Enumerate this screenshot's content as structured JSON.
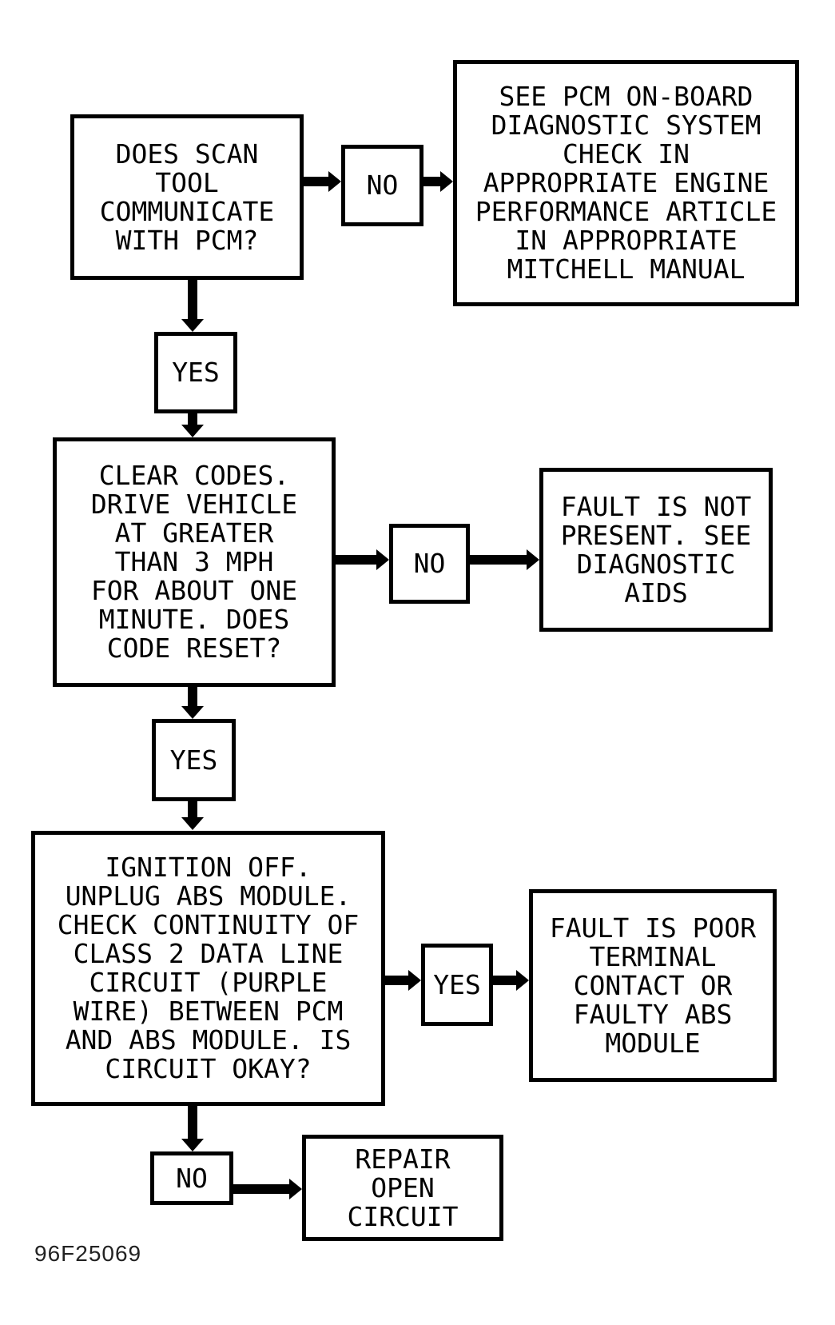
{
  "figure_code": "96F25069",
  "colors": {
    "ink": "#000000",
    "paper": "#ffffff"
  },
  "flowchart": {
    "q1": "DOES SCAN\nTOOL\nCOMMUNICATE\nWITH PCM?",
    "no1": "NO",
    "r1": "SEE PCM ON-BOARD\nDIAGNOSTIC SYSTEM\nCHECK IN\nAPPROPRIATE ENGINE\nPERFORMANCE ARTICLE\nIN APPROPRIATE\nMITCHELL MANUAL",
    "yes1": "YES",
    "q2": "CLEAR CODES.\nDRIVE VEHICLE\nAT GREATER\nTHAN 3 MPH\nFOR ABOUT ONE\nMINUTE. DOES\nCODE RESET?",
    "no2": "NO",
    "r2": "FAULT IS NOT\nPRESENT. SEE\nDIAGNOSTIC\nAIDS",
    "yes2": "YES",
    "q3": "IGNITION OFF.\nUNPLUG ABS MODULE.\nCHECK CONTINUITY OF\nCLASS 2 DATA LINE\nCIRCUIT (PURPLE\nWIRE) BETWEEN PCM\nAND ABS MODULE. IS\nCIRCUIT OKAY?",
    "yes3": "YES",
    "r3": "FAULT IS POOR\nTERMINAL\nCONTACT OR\nFAULTY ABS\nMODULE",
    "no3": "NO",
    "r4": "REPAIR\nOPEN\nCIRCUIT"
  }
}
